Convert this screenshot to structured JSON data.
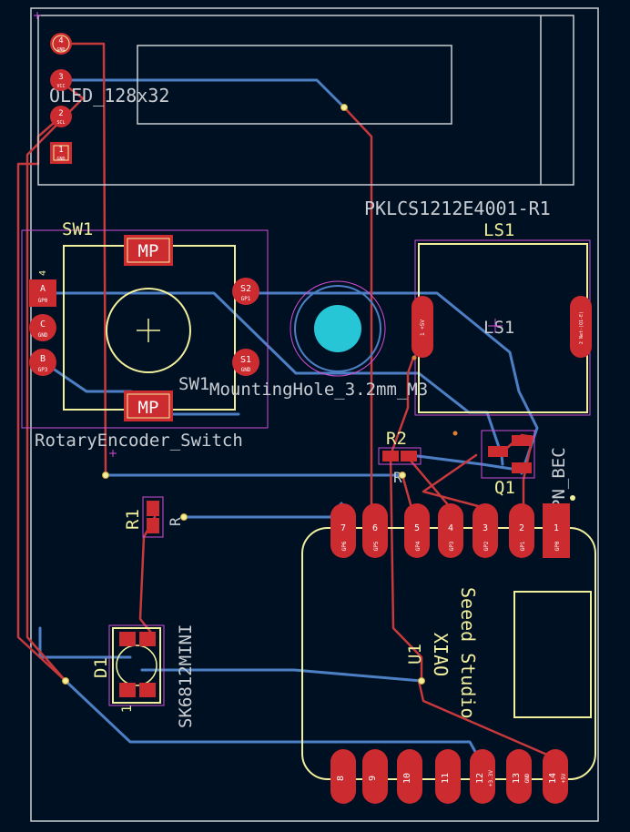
{
  "colors": {
    "background": "#001023",
    "outline": "#c9cdd2",
    "silkscreen": "#f1ef9c",
    "copper_front": "#c8393b",
    "copper_back": "#4d7fc4",
    "pad": "#cc2b2f",
    "courtyard": "#d04fd4",
    "hole": "#27c6d6"
  },
  "components": {
    "oled": {
      "ref": "OLED_128x32",
      "pins": [
        {
          "number": "4",
          "label": "GND"
        },
        {
          "number": "3",
          "label": "VCC"
        },
        {
          "number": "2",
          "label": "SCL"
        },
        {
          "number": "1",
          "label": "GND"
        }
      ]
    },
    "speaker": {
      "part": "PKLCS1212E4001-R1",
      "ref": "LS1",
      "ref_inner": "LS1",
      "pin1": "1 +5V",
      "pin2": "2 Net-(Q1-E)"
    },
    "encoder": {
      "ref": "SW1",
      "ref_inner": "SW1",
      "footprint": "RotaryEncoder_Switch",
      "mp_top": "MP",
      "mp_bottom": "MP",
      "pin_a": "A",
      "pin_a_net": "GP0",
      "pin_c": "C",
      "pin_c_net": "GND",
      "pin_b": "B",
      "pin_b_net": "GP3",
      "pin_s2": "S2",
      "pin_s2_net": "GP1",
      "pin_s1": "S1",
      "pin_s1_net": "GND",
      "pin_edge": "4"
    },
    "mounting_hole": {
      "footprint": "MountingHole_3.2mm_M3"
    },
    "r2": {
      "ref": "R2",
      "value": "R"
    },
    "r1": {
      "ref": "R1",
      "value": "R"
    },
    "q1": {
      "ref": "Q1",
      "footprint": "PN_BEC"
    },
    "d1": {
      "ref": "D1",
      "part": "SK6812MINI",
      "pin1": "1"
    },
    "xiao": {
      "ref": "U1",
      "label_line1": "Seeed Studio",
      "label_line2": "XIAO",
      "top_pins": [
        {
          "number": "7",
          "net": "GP6"
        },
        {
          "number": "6",
          "net": "GP5"
        },
        {
          "number": "5",
          "net": "GP4"
        },
        {
          "number": "4",
          "net": "GP3"
        },
        {
          "number": "3",
          "net": "GP2"
        },
        {
          "number": "2",
          "net": "GP1"
        },
        {
          "number": "1",
          "net": "GP0"
        }
      ],
      "bottom_pins": [
        {
          "number": "8",
          "net": ""
        },
        {
          "number": "9",
          "net": ""
        },
        {
          "number": "10",
          "net": ""
        },
        {
          "number": "11",
          "net": ""
        },
        {
          "number": "12",
          "net": "+3.3V"
        },
        {
          "number": "13",
          "net": "GND"
        },
        {
          "number": "14",
          "net": "+5V"
        }
      ]
    }
  }
}
